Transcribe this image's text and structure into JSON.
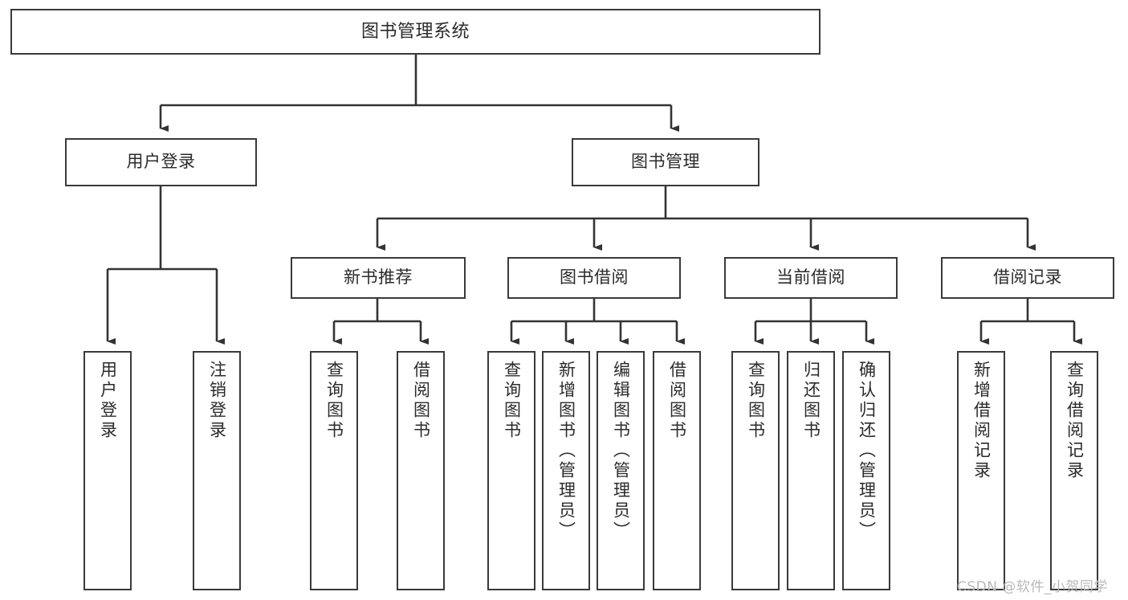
{
  "diagram": {
    "type": "tree-hierarchy",
    "title": "图书管理系统",
    "orientation": "top-down",
    "colors": {
      "box_border": "#3a3a3a",
      "box_fill": "#ffffff",
      "edge": "#333333",
      "text": "#2b2b2b",
      "watermark": "#b9b9b9"
    },
    "levels": [
      {
        "level": 1,
        "nodes": [
          {
            "id": "root",
            "label": "图书管理系统",
            "orientation": "horizontal"
          }
        ]
      },
      {
        "level": 2,
        "nodes": [
          {
            "id": "login",
            "label": "用户登录",
            "orientation": "horizontal",
            "parent": "root"
          },
          {
            "id": "bookmgmt",
            "label": "图书管理",
            "orientation": "horizontal",
            "parent": "root"
          }
        ]
      },
      {
        "level": 3,
        "nodes": [
          {
            "id": "newbook",
            "label": "新书推荐",
            "orientation": "horizontal",
            "parent": "bookmgmt"
          },
          {
            "id": "borrow",
            "label": "图书借阅",
            "orientation": "horizontal",
            "parent": "bookmgmt"
          },
          {
            "id": "current",
            "label": "当前借阅",
            "orientation": "horizontal",
            "parent": "bookmgmt"
          },
          {
            "id": "records",
            "label": "借阅记录",
            "orientation": "horizontal",
            "parent": "bookmgmt"
          }
        ]
      },
      {
        "level": 4,
        "nodes": [
          {
            "id": "leaf-01",
            "label": "用户登录",
            "orientation": "vertical",
            "parent": "login"
          },
          {
            "id": "leaf-02",
            "label": "注销登录",
            "orientation": "vertical",
            "parent": "login"
          },
          {
            "id": "leaf-03",
            "label": "查询图书",
            "orientation": "vertical",
            "parent": "newbook"
          },
          {
            "id": "leaf-04",
            "label": "借阅图书",
            "orientation": "vertical",
            "parent": "newbook"
          },
          {
            "id": "leaf-05",
            "label": "查询图书",
            "orientation": "vertical",
            "parent": "borrow"
          },
          {
            "id": "leaf-06",
            "label": "新增图书（管理员）",
            "orientation": "vertical",
            "parent": "borrow"
          },
          {
            "id": "leaf-07",
            "label": "编辑图书（管理员）",
            "orientation": "vertical",
            "parent": "borrow"
          },
          {
            "id": "leaf-08",
            "label": "借阅图书",
            "orientation": "vertical",
            "parent": "borrow"
          },
          {
            "id": "leaf-09",
            "label": "查询图书",
            "orientation": "vertical",
            "parent": "current"
          },
          {
            "id": "leaf-10",
            "label": "归还图书",
            "orientation": "vertical",
            "parent": "current"
          },
          {
            "id": "leaf-11",
            "label": "确认归还（管理员）",
            "orientation": "vertical",
            "parent": "current"
          },
          {
            "id": "leaf-12",
            "label": "新增借阅记录",
            "orientation": "vertical",
            "parent": "records"
          },
          {
            "id": "leaf-13",
            "label": "查询借阅记录",
            "orientation": "vertical",
            "parent": "records"
          }
        ]
      }
    ],
    "watermark": "CSDN @软件_小贺同学"
  }
}
